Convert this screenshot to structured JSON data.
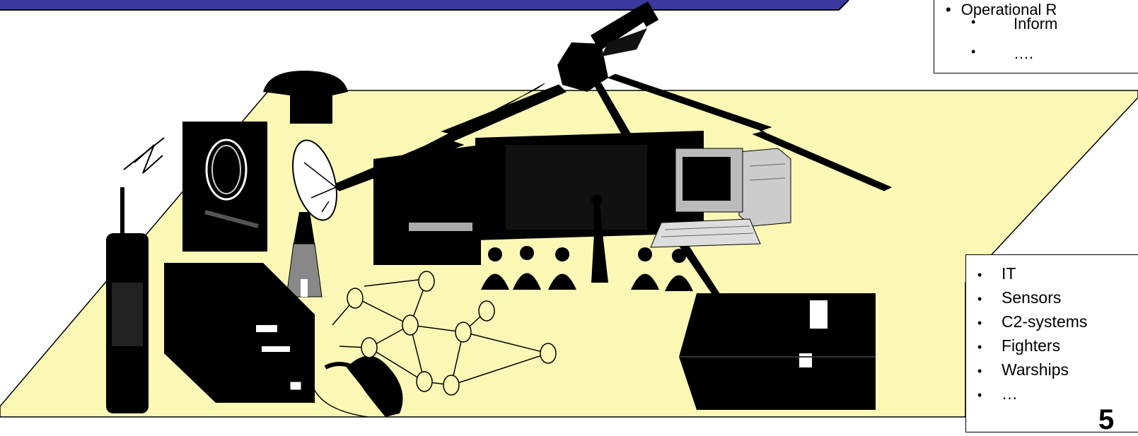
{
  "top_box": {
    "line1": "Operational R",
    "line2": "Inform",
    "line3": "…."
  },
  "systems_list": [
    "IT",
    "Sensors",
    "C2-systems",
    "Fighters",
    "Warships",
    "…"
  ],
  "corner_letter": "5",
  "colors": {
    "plane": "#fbf8b6",
    "banner": "#3a3a9e",
    "ink": "#000000"
  },
  "icons": [
    "satellite-icon",
    "telephone-icon",
    "radio-icon",
    "radar-screen-icon",
    "dish-antenna-icon",
    "transceiver-icon",
    "network-graph-icon",
    "hangar-icon",
    "command-center-icon",
    "audience-icon",
    "computer-workstation-icon",
    "control-console-icon",
    "handset-icon",
    "lightning-link-icon"
  ]
}
